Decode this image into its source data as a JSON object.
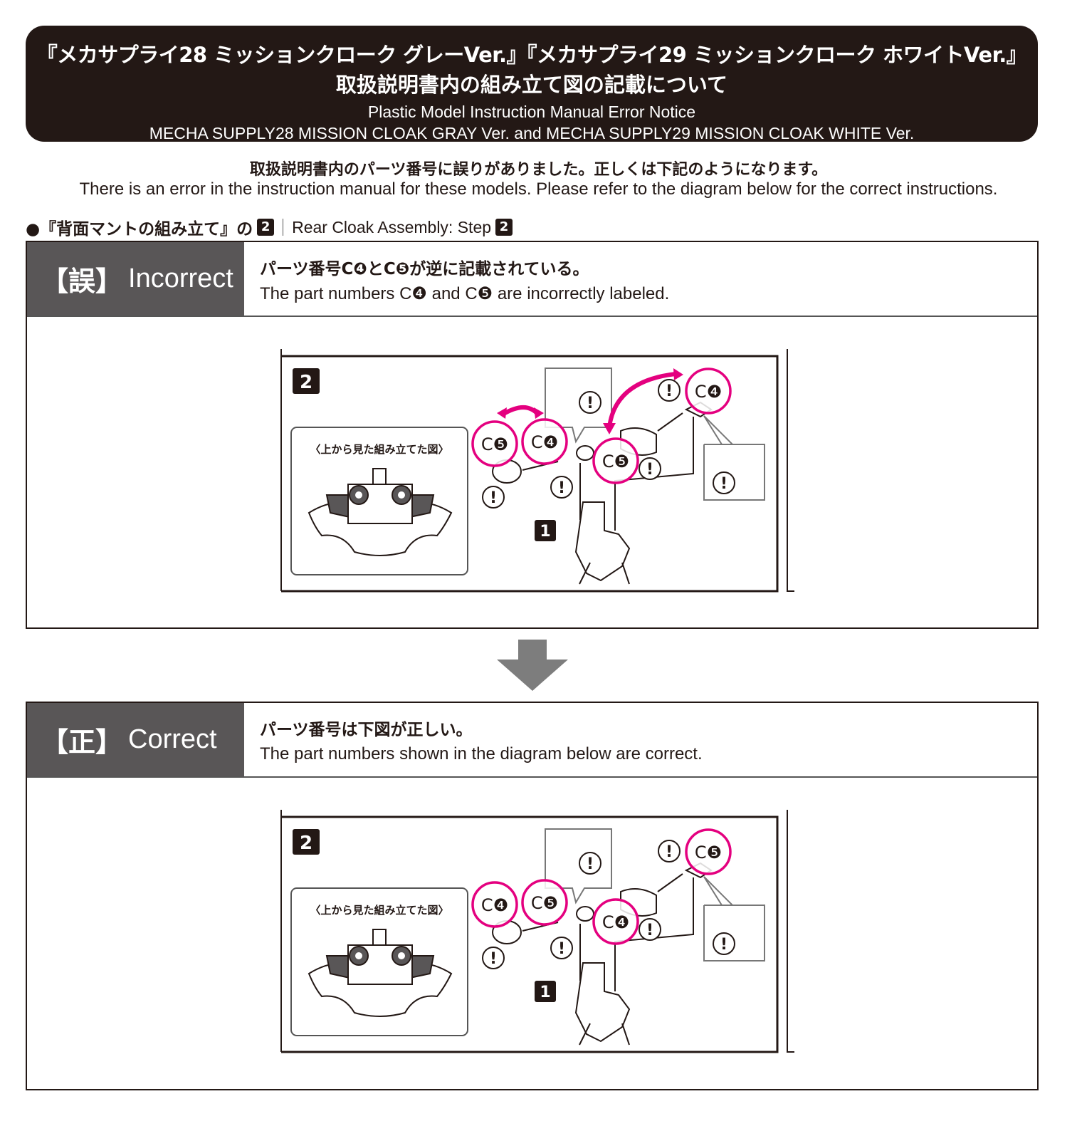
{
  "header": {
    "title_jp_line1": "『メカサプライ28 ミッションクローク グレーVer.』『メカサプライ29 ミッションクローク ホワイトVer.』",
    "title_jp_line2": "取扱説明書内の組み立て図の記載について",
    "subtitle_en_line1": "Plastic Model Instruction Manual Error Notice",
    "subtitle_en_line2": "MECHA SUPPLY28 MISSION CLOAK GRAY Ver. and MECHA SUPPLY29 MISSION CLOAK WHITE Ver."
  },
  "intro": {
    "jp": "取扱説明書内のパーツ番号に誤りがありました。正しくは下記のようになります。",
    "en": "There is an error in the instruction manual for these models. Please refer to the diagram below for the correct instructions."
  },
  "step": {
    "jp": "●『背面マントの組み立て』の",
    "jp_num": "2",
    "en": "Rear Cloak Assembly: Step",
    "en_num": "2"
  },
  "incorrect": {
    "kanji": "【誤】",
    "label": "Incorrect",
    "msg_jp": "パーツ番号C❹とC❺が逆に記載されている。",
    "msg_en": "The part numbers C❹ and C❺ are incorrectly labeled.",
    "diagram": {
      "step": "2",
      "sub_step": "1",
      "inset_caption": "〈上から見た組み立てた図〉",
      "callouts": [
        "C❺",
        "C❹",
        "C❺",
        "C❹"
      ],
      "warning": "!"
    }
  },
  "correct": {
    "kanji": "【正】",
    "label": "Correct",
    "msg_jp": "パーツ番号は下図が正しい。",
    "msg_en": "The part numbers shown in the diagram below are correct.",
    "diagram": {
      "step": "2",
      "sub_step": "1",
      "inset_caption": "〈上から見た組み立てた図〉",
      "callouts": [
        "C❹",
        "C❺",
        "C❹",
        "C❺"
      ],
      "warning": "!"
    }
  },
  "colors": {
    "accent": "#e4007f",
    "dark": "#231815",
    "label_bg": "#595657"
  }
}
